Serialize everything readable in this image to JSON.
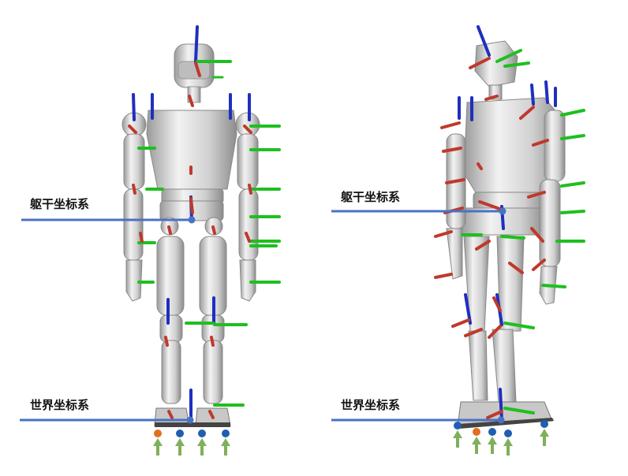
{
  "labels": {
    "torso_frame": "躯干坐标系",
    "world_frame": "世界坐标系"
  },
  "colors": {
    "x_axis": "#c0392b",
    "y_axis": "#1fbf1f",
    "z_axis": "#1f2fbf",
    "leader_line": "#4a72c4",
    "robot_body": "#d4d4d4",
    "robot_edge": "#8a8a8a",
    "contact_sphere": "#1f5fb0",
    "contact_sphere_alt": "#e07020",
    "force_arrow": "#7fb05a"
  },
  "icons": {
    "frame_marker": "dot",
    "contact_force": "arrow-up"
  }
}
